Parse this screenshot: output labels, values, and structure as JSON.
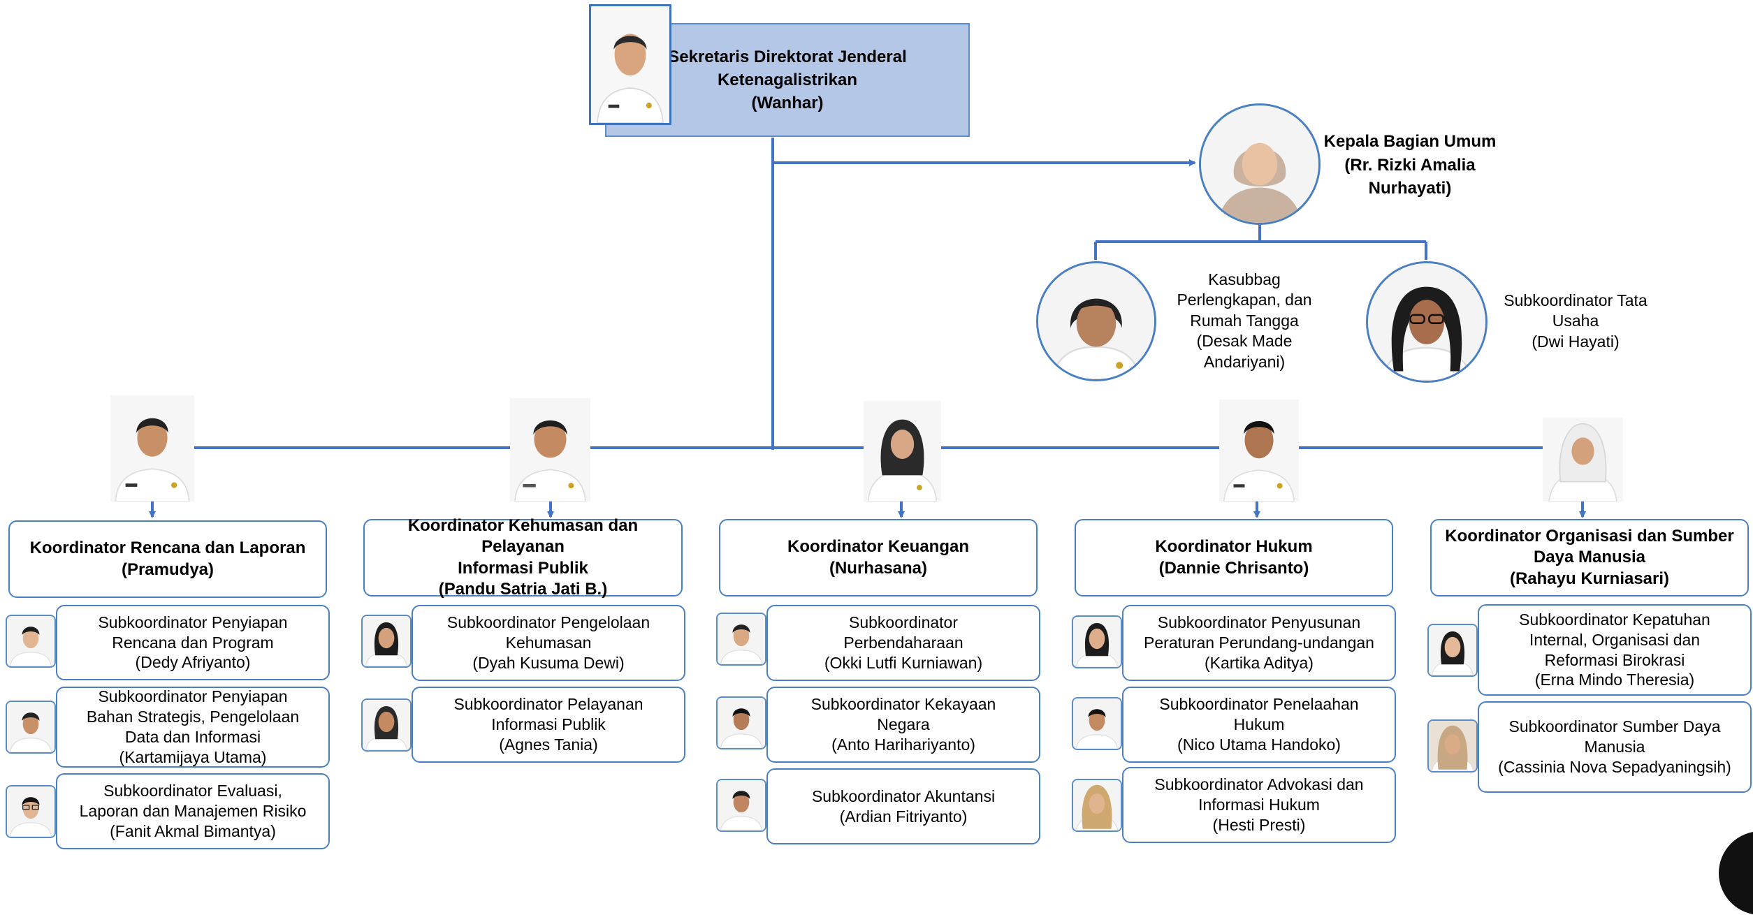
{
  "head": {
    "title_line1": "Sekretaris Direktorat Jenderal",
    "title_line2": "Ketenagalistrikan",
    "name": "(Wanhar)"
  },
  "kabag": {
    "title_line1": "Kepala Bagian Umum",
    "title_line2": "(Rr. Rizki Amalia",
    "title_line3": "Nurhayati)"
  },
  "kabag_subs": [
    {
      "lines": [
        "Kasubbag",
        "Perlengkapan, dan",
        "Rumah Tangga",
        "(Desak Made",
        "Andariyani)"
      ]
    },
    {
      "lines": [
        "Subkoordinator Tata",
        "Usaha",
        "(Dwi Hayati)"
      ]
    }
  ],
  "koordinators": [
    {
      "title_lines": [
        "Koordinator Rencana dan Laporan",
        "(Pramudya)"
      ],
      "subs": [
        {
          "lines": [
            "Subkoordinator Penyiapan",
            "Rencana dan Program",
            "(Dedy Afriyanto)"
          ]
        },
        {
          "lines": [
            "Subkoordinator Penyiapan",
            "Bahan Strategis, Pengelolaan",
            "Data dan Informasi",
            "(Kartamijaya Utama)"
          ]
        },
        {
          "lines": [
            "Subkoordinator Evaluasi,",
            "Laporan dan Manajemen Risiko",
            "(Fanit Akmal Bimantya)"
          ]
        }
      ]
    },
    {
      "title_lines": [
        "Koordinator Kehumasan dan Pelayanan",
        "Informasi Publik",
        "(Pandu Satria Jati B.)"
      ],
      "subs": [
        {
          "lines": [
            "Subkoordinator Pengelolaan",
            "Kehumasan",
            "(Dyah Kusuma Dewi)"
          ]
        },
        {
          "lines": [
            "Subkoordinator Pelayanan",
            "Informasi Publik",
            "(Agnes Tania)"
          ]
        }
      ]
    },
    {
      "title_lines": [
        "Koordinator Keuangan",
        "(Nurhasana)"
      ],
      "subs": [
        {
          "lines": [
            "Subkoordinator",
            "Perbendaharaan",
            "(Okki Lutfi Kurniawan)"
          ]
        },
        {
          "lines": [
            "Subkoordinator Kekayaan",
            "Negara",
            "(Anto Harihariyanto)"
          ]
        },
        {
          "lines": [
            "Subkoordinator Akuntansi",
            "(Ardian Fitriyanto)"
          ]
        }
      ]
    },
    {
      "title_lines": [
        "Koordinator Hukum",
        "(Dannie Chrisanto)"
      ],
      "subs": [
        {
          "lines": [
            "Subkoordinator Penyusunan",
            "Peraturan Perundang-undangan",
            "(Kartika Aditya)"
          ]
        },
        {
          "lines": [
            "Subkoordinator Penelaahan",
            "Hukum",
            "(Nico Utama Handoko)"
          ]
        },
        {
          "lines": [
            "Subkoordinator Advokasi dan",
            "Informasi Hukum",
            "(Hesti Presti)"
          ]
        }
      ]
    },
    {
      "title_lines": [
        "Koordinator Organisasi dan Sumber",
        "Daya Manusia",
        "(Rahayu Kurniasari)"
      ],
      "subs": [
        {
          "lines": [
            "Subkoordinator Kepatuhan",
            "Internal, Organisasi dan",
            "Reformasi Birokrasi",
            "(Erna Mindo Theresia)"
          ]
        },
        {
          "lines": [
            "Subkoordinator Sumber Daya",
            "Manusia",
            "(Cassinia Nova Sepadyaningsih)"
          ]
        }
      ]
    }
  ],
  "colors": {
    "line": "#4472c4",
    "head_fill": "#b4c7e7",
    "box_border": "#4a7fc1"
  }
}
